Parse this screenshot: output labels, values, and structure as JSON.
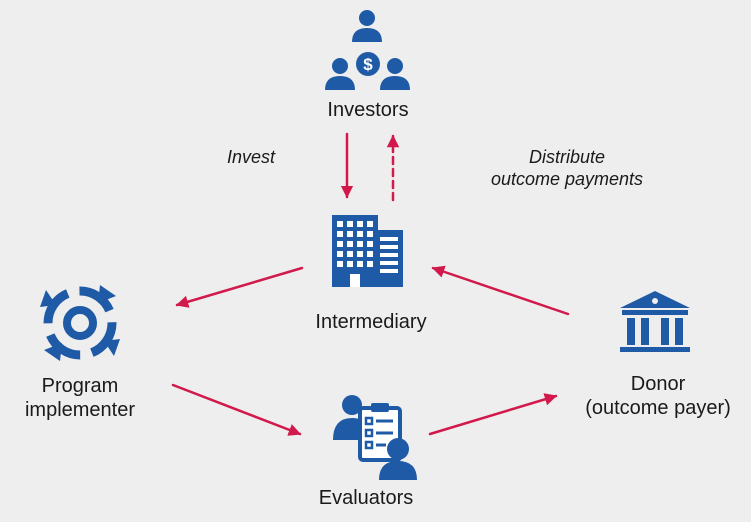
{
  "colors": {
    "background": "#eeeeee",
    "icon": "#1f5aa6",
    "arrow": "#d2194b",
    "text": "#1a1a1a"
  },
  "nodes": {
    "investors": {
      "label": "Investors",
      "icon": "investors-dollar-group-icon"
    },
    "intermediary": {
      "label": "Intermediary",
      "icon": "office-buildings-icon"
    },
    "implementer": {
      "label_line1": "Program",
      "label_line2": "implementer",
      "icon": "cycle-arrows-icon"
    },
    "evaluators": {
      "label": "Evaluators",
      "icon": "evaluators-checklist-icon"
    },
    "donor": {
      "label_line1": "Donor",
      "label_line2": "(outcome payer)",
      "icon": "bank-building-icon"
    }
  },
  "edges": {
    "invest": {
      "label": "Invest",
      "style": "solid"
    },
    "distribute": {
      "label_line1": "Distribute",
      "label_line2": "outcome payments",
      "style": "dashed"
    }
  }
}
